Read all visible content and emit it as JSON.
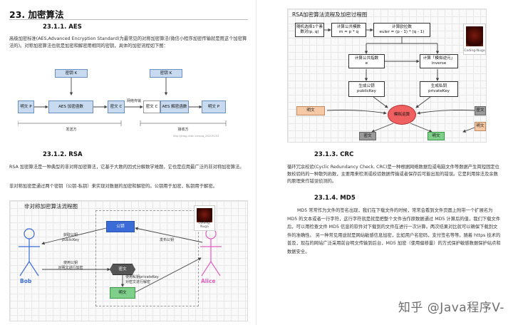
{
  "left": {
    "section_title": "23.   加密算法",
    "aes": {
      "heading": "23.1.1.   AES",
      "text": "高级加密标准(AES,Advanced Encryption Standard)为最常见的对称加密算法(微信小程序加密传输就是用这个加密算法的)。对称加密算法也就是加密和解密用相同的密钥，具体的加密流程如下图：",
      "diagram": {
        "key_k_left": "密钥 K",
        "key_k_right": "密钥 K",
        "plain_p_left": "明文 P",
        "aes_encrypt": "AES 加密函数",
        "cipher_c_left": "密文 C",
        "net_label": "网络传输",
        "cipher_c_right": "密文 C",
        "aes_decrypt": "AES 解密函数",
        "plain_p_right": "明文 P",
        "sender": "发送方",
        "receiver": "接收方",
        "blog_watermark": "http://blog.csdn.net/qq_28205153"
      }
    },
    "rsa": {
      "heading": "23.1.2.   RSA",
      "text1": "RSA 加密算法是一种典型的非对称加密算法，它基于大数的因式分解数学难题，它也是应用最广泛的非对称加密算法。",
      "text2": "非对称加密是通过两个密钥（公钥-私钥）来实现对数据的加密和解密的。公钥用于加密，私钥用于解密。",
      "diagram": {
        "title": "非对称加密算法流程图",
        "public_key": "公钥",
        "get_key_label": "获取公钥\npublicKey",
        "publish_label": "发布公钥",
        "encrypt_label": "使用公钥\n对明文进行加密",
        "cipher": "密文",
        "decrypt_label": "使用私钥privateKey\n对密文进行解密",
        "plain": "明文",
        "bob": "Bob",
        "alice": "Alice",
        "photo_caption": "Coding-Nuga"
      }
    }
  },
  "right": {
    "rsa_flow": {
      "title": "RSA加密算法流程及加密过程图",
      "step1": "随机选择1个素\n数对(p, q)",
      "step2": "计算公共模数\nm = p * q",
      "step3": "计算欧拉数\neuler = (p - 1) * (q - 1)",
      "step4": "计算公共指数\ne",
      "step5": "计算「模拟逆元」\ninverse",
      "step6": "生成公钥\npublicKey",
      "step7": "生成私钥\nprivateKey",
      "center": "模拟运算",
      "plain_left": "明文",
      "plain_right": "明文",
      "cipher_left": "密文",
      "cipher_right": "密文",
      "plain_bottom": "明文",
      "photo_caption": "Coding-Nuga"
    },
    "crc": {
      "heading": "23.1.3.   CRC",
      "text": "循环冗余校验(Cyclic Redundancy Check, CRC)是一种根据网络数据包或电脑文件等数据产生简短固定位数校验码的一种散列函数，主要用来检测或校验数据传输或者保存后可能出现的错误。它是利用除法及余数的原理来作错误侦测的。"
    },
    "md5": {
      "heading": "23.1.4.   MD5",
      "text": "MD5 常常作为文件的签名出现，我们在下载文件的时候，常常会看到文件页面上附带一个扩展名为MD5 的文本或者一行字符，这行字符就是就是把整个文件当作原数据通过 MD5 计算后的值，我们下载文件后，可以用检查文件 MD5 信息的软件对下载到的文件在进行一次计算。两次结果对比就可以确保下载到文件的准确性。 另一种常见用途就是网站敏感信息加密，比如用户名密码，支付签名等等。随着 https 技术的普及，现在的网站广泛采用前台明文传输到后台，MD5 加密（使用偏移量）的方式保护敏感数据保护站点和数据安全。"
    },
    "watermark": "知乎 @Java程序V-"
  },
  "colors": {
    "box_blue": "#c7daf0",
    "box_orange": "#f5c9a5",
    "box_gray": "#9a9a9a",
    "box_green": "#7fcf8a",
    "box_cyan": "#5ec9d6",
    "center_red": "#f06060",
    "bob_blue": "#3a6bd6",
    "alice_pink": "#e060c0"
  }
}
